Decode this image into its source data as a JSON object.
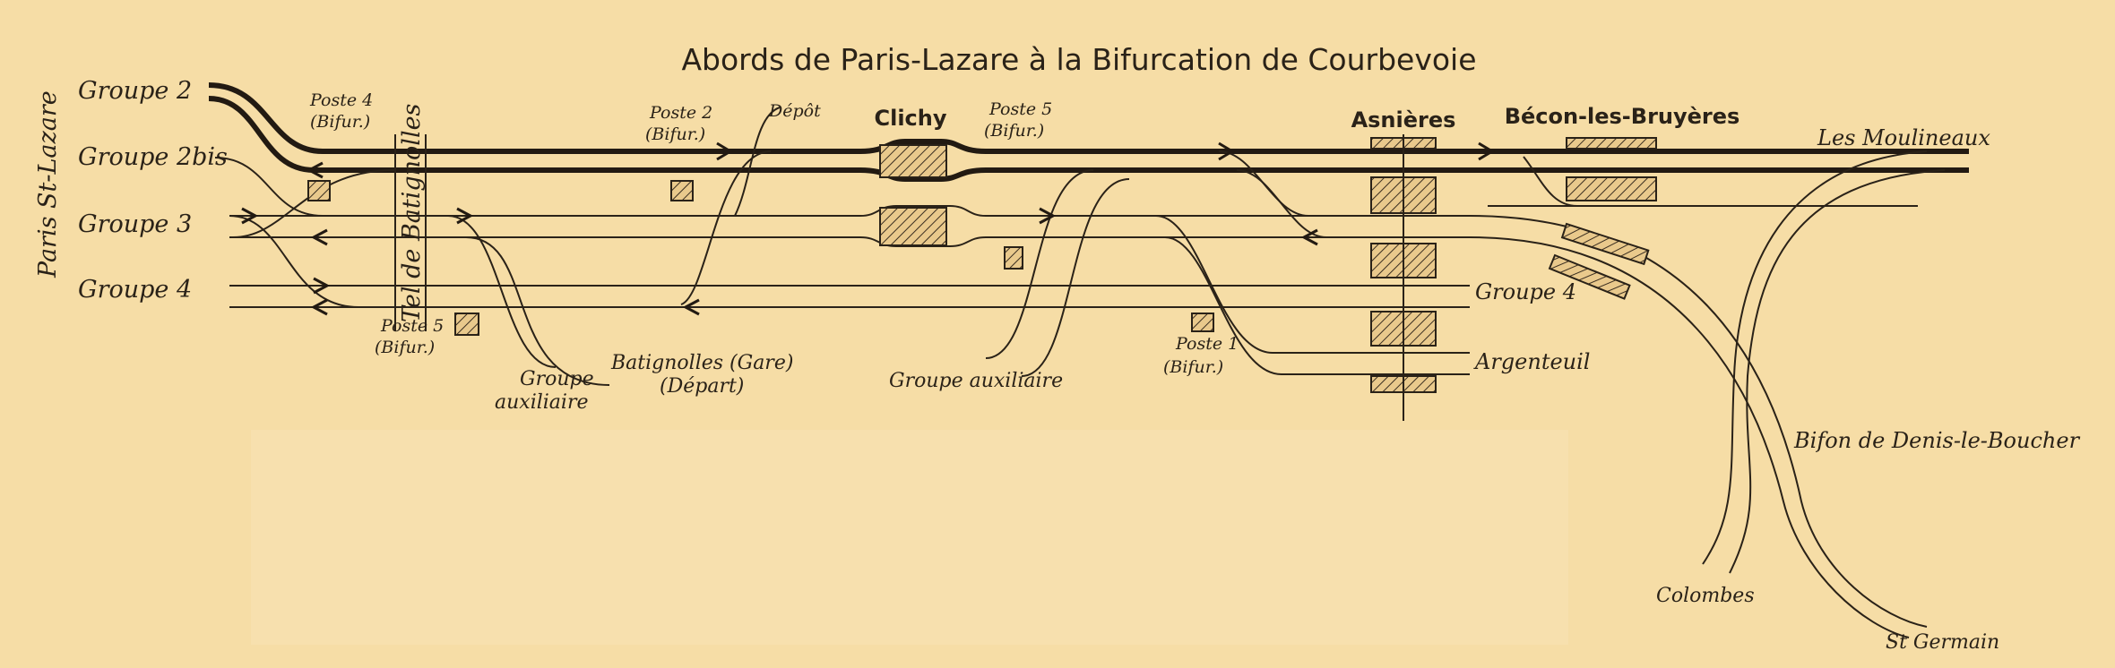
{
  "title": "Abords de Paris-Lazare à la Bifurcation de Courbevoie",
  "side_label": "Paris St-Lazare",
  "groups_left": [
    "Groupe 2",
    "Groupe 2bis",
    "Groupe 3",
    "Groupe 4"
  ],
  "stations": {
    "clichy": "Clichy",
    "asnieres": "Asnières",
    "becon": "Bécon-les-Bruyères"
  },
  "postes": {
    "poste4": "Poste 4",
    "poste4_sub": "(Bifur.)",
    "poste2": "Poste 2",
    "poste2_sub": "(Bifur.)",
    "depot": "Dépôt",
    "poste5_top": "Poste 5",
    "poste5_top_sub": "(Bifur.)",
    "poste5_bot": "Poste 5",
    "poste5_bot_sub": "(Bifur.)",
    "poste1": "Poste 1",
    "poste1_sub": "(Bifur.)"
  },
  "labels": {
    "tel": "Tel de Batignolles",
    "aux1_a": "Groupe",
    "aux1_b": "auxiliaire",
    "batignolles_a": "Batignolles (Gare)",
    "batignolles_b": "(Départ)",
    "aux2": "Groupe auxiliaire",
    "groupe4_right": "Groupe 4",
    "argenteuil": "Argenteuil",
    "moulineaux": "Les Moulineaux",
    "bif": "Bifon de Denis-le-Boucher",
    "colombes": "Colombes",
    "st_germain": "St Germain"
  }
}
